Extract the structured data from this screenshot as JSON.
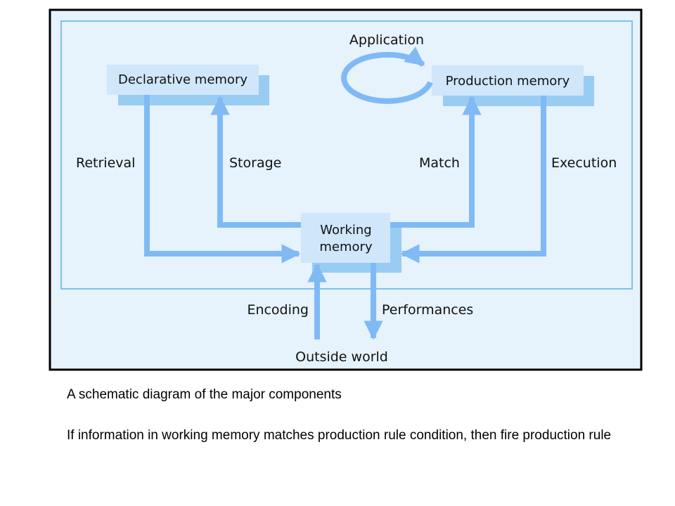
{
  "diagram": {
    "nodes": {
      "declarative_memory": "Declarative memory",
      "production_memory": "Production memory",
      "working_memory_line1": "Working",
      "working_memory_line2": "memory",
      "outside_world": "Outside world"
    },
    "edges": {
      "application": "Application",
      "retrieval": "Retrieval",
      "storage": "Storage",
      "match": "Match",
      "execution": "Execution",
      "encoding": "Encoding",
      "performances": "Performances"
    }
  },
  "captions": {
    "line1": "A schematic diagram of the major components",
    "line2": "If information in working memory matches production rule condition, then fire production rule"
  },
  "colors": {
    "frame_border": "#000000",
    "panel_fill": "#e6f2fc",
    "panel_border": "#7fbfe9",
    "box_fill": "#cfe6fb",
    "box_shadow": "#99ccf2",
    "arrow": "#7fbaf5"
  }
}
